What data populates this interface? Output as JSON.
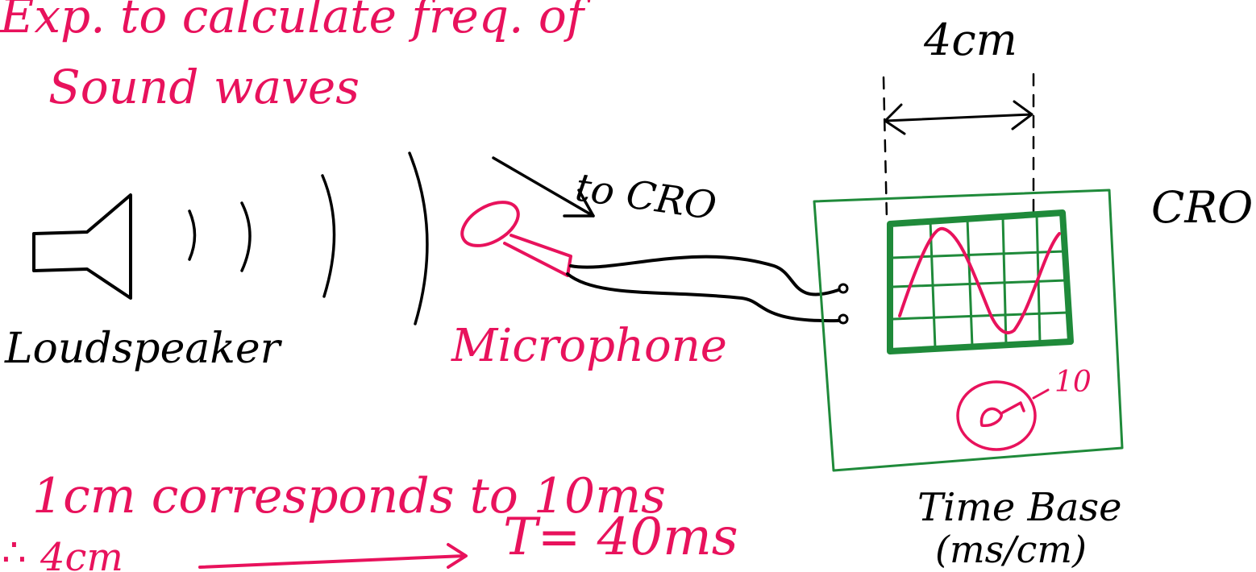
{
  "heading": {
    "line1": "Exp. to calculate freq. of",
    "line2": "Sound waves"
  },
  "labels": {
    "to_cro": "to CRO",
    "loudspeaker": "Loudspeaker",
    "microphone": "Microphone",
    "cro": "CRO",
    "width": "4cm",
    "dial_value": "10",
    "time_base": "Time Base",
    "time_base_unit": "(ms/cm)"
  },
  "notes": {
    "scale": "1cm corresponds to 10ms",
    "result_prefix": "4cm",
    "result": "T= 40ms"
  },
  "colors": {
    "ink_pink": "#e8125c",
    "ink_black": "#000000",
    "ink_green": "#1f8a3a"
  }
}
